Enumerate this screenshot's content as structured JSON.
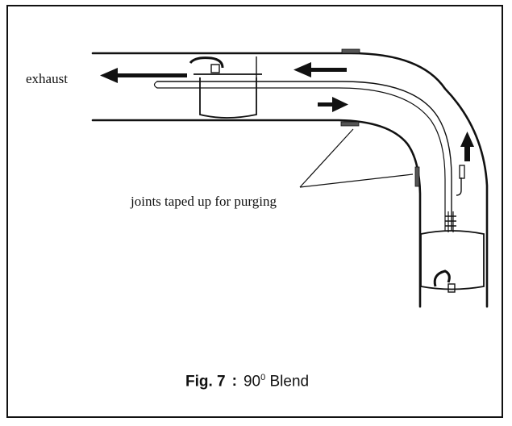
{
  "labels": {
    "exhaust": "exhaust",
    "joints": "joints taped up for purging"
  },
  "caption": {
    "fig": "Fig. 7",
    "colon": ":",
    "number": "90",
    "superscript": "0",
    "rest": " Blend"
  },
  "colors": {
    "ink": "#111111",
    "background": "#ffffff"
  }
}
